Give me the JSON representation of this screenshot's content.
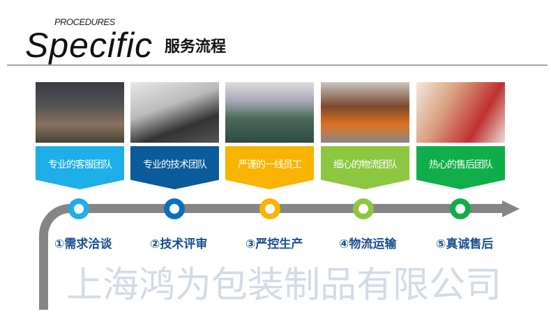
{
  "header": {
    "subtitle": "PROCEDURES",
    "title": "Specific",
    "title_cn": "服务流程"
  },
  "teams": [
    {
      "label": "专业的客服团队",
      "color": "#1eaee8",
      "photo": "customer-service-team-photo"
    },
    {
      "label": "专业的技术团队",
      "color": "#0a5a9c",
      "photo": "technical-team-photo"
    },
    {
      "label": "严谨的一线员工",
      "color": "#f8b400",
      "photo": "factory-workers-photo"
    },
    {
      "label": "细心的物流团队",
      "color": "#8dc63f",
      "photo": "logistics-team-photo"
    },
    {
      "label": "热心的售后团队",
      "color": "#0fae4a",
      "photo": "after-sales-team-photo"
    }
  ],
  "steps": [
    {
      "label": "①需求洽谈",
      "color": "#1eaee8"
    },
    {
      "label": "②技术评审",
      "color": "#0a6fc0"
    },
    {
      "label": "③严控生产",
      "color": "#f8b400"
    },
    {
      "label": "④物流运输",
      "color": "#8dc63f"
    },
    {
      "label": "⑤真诚售后",
      "color": "#0fae4a"
    }
  ],
  "watermark": "上海鸿为包装制品有限公司"
}
